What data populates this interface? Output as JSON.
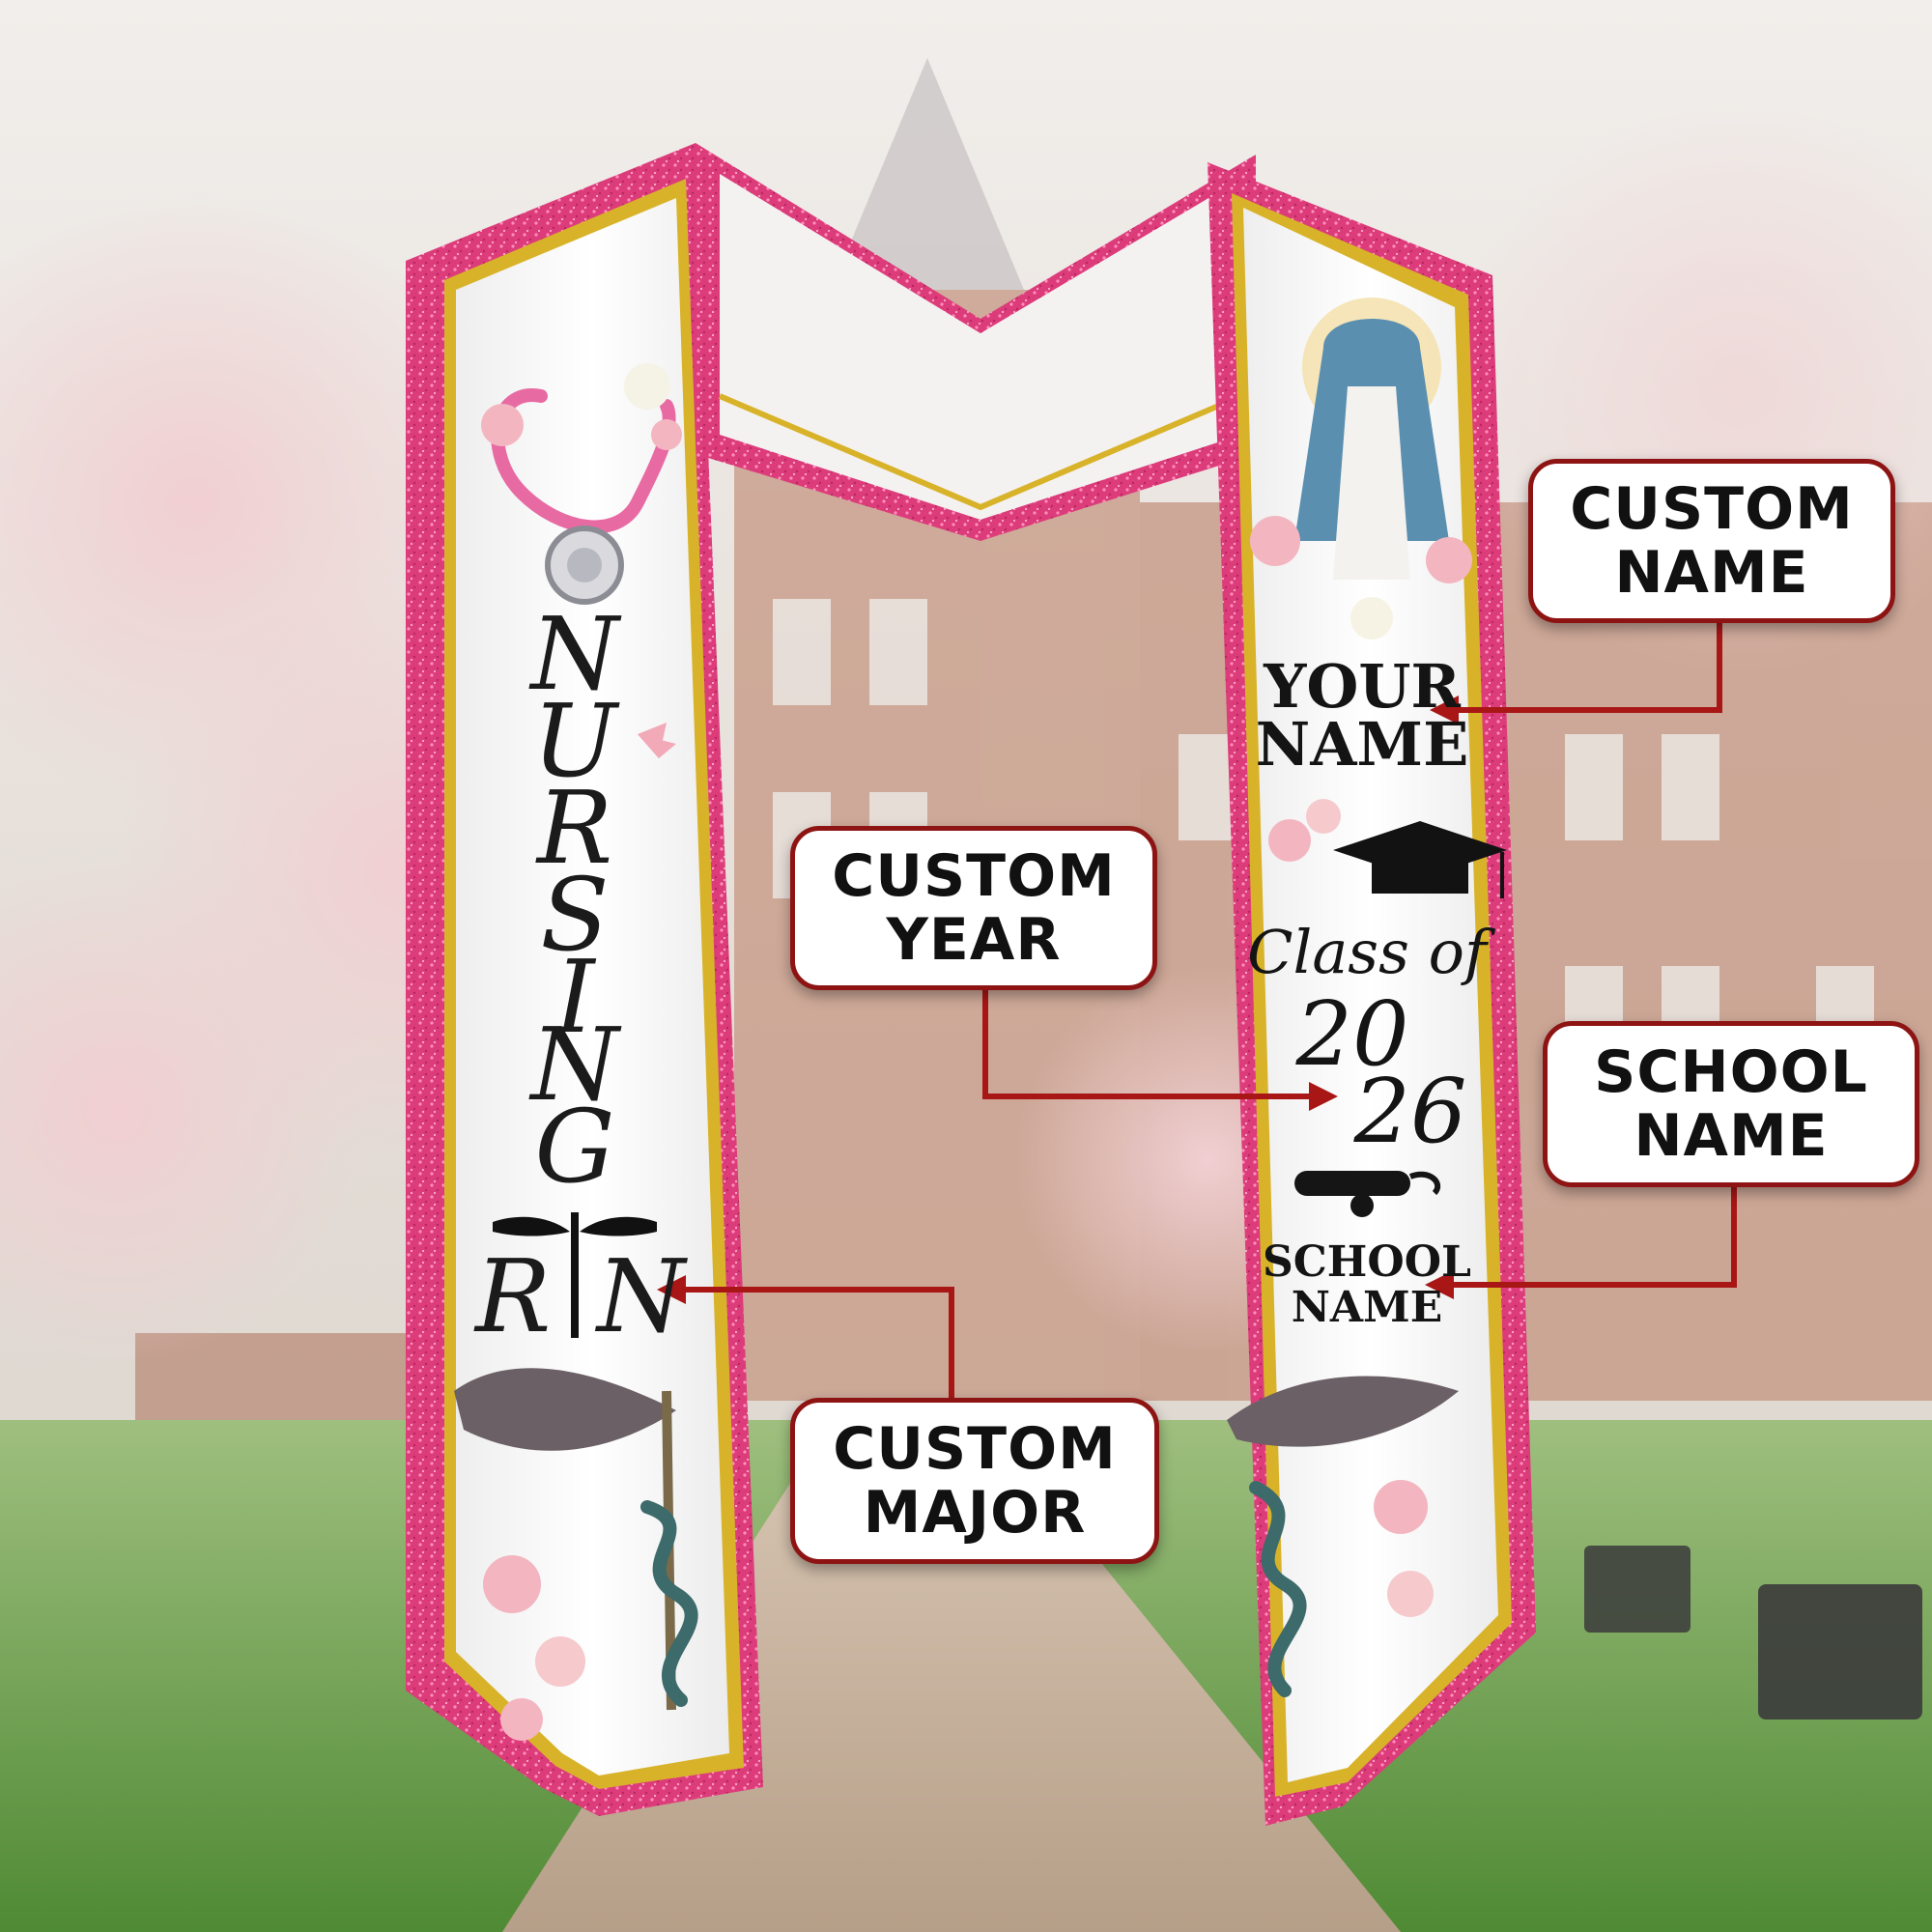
{
  "stole": {
    "left_panel": {
      "major_letters": [
        "N",
        "U",
        "R",
        "S",
        "I",
        "N",
        "G"
      ],
      "credential_left": "R",
      "credential_right": "N"
    },
    "right_panel": {
      "name_line1": "YOUR",
      "name_line2": "NAME",
      "class_of": "Class of",
      "year_part1": "20",
      "year_part2": "26",
      "school_line1": "SCHOOL",
      "school_line2": "NAME"
    },
    "colors": {
      "glitter_trim": "#e0407e",
      "gold_stripe": "#d8b32a",
      "satin": "#ffffff",
      "callout_border": "#8e1414",
      "arrow": "#a81616"
    }
  },
  "callouts": {
    "custom_name": [
      "CUSTOM",
      "NAME"
    ],
    "custom_year": [
      "CUSTOM",
      "YEAR"
    ],
    "school_name": [
      "SCHOOL",
      "NAME"
    ],
    "custom_major": [
      "CUSTOM",
      "MAJOR"
    ]
  }
}
